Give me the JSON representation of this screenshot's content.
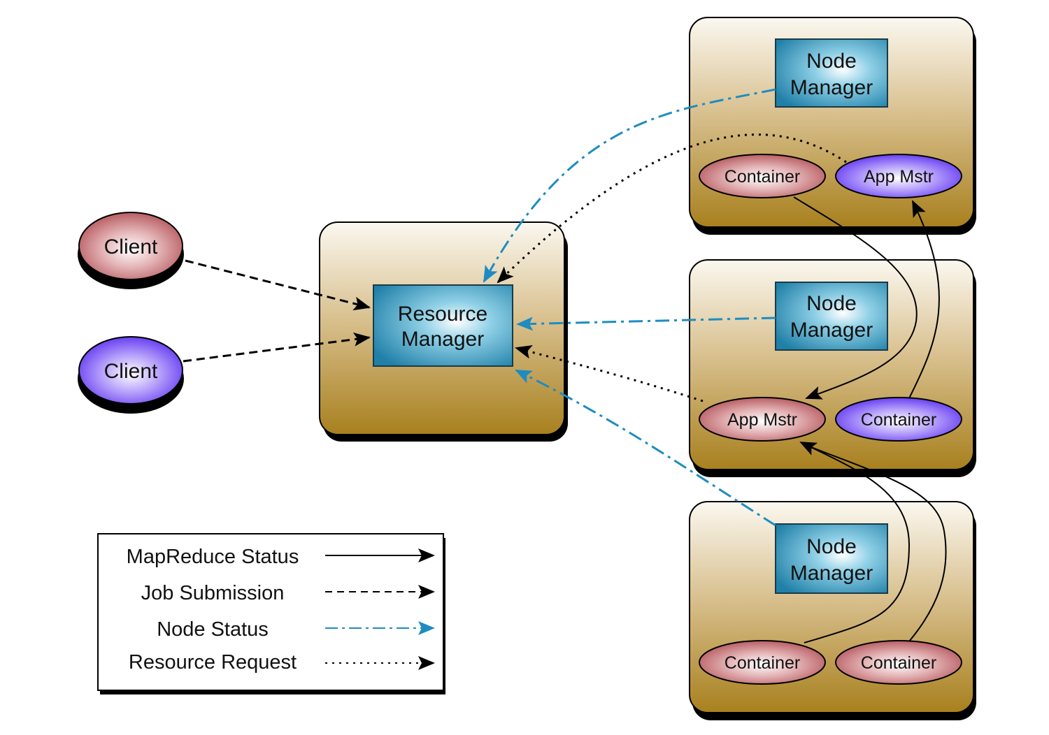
{
  "colors": {
    "node_bg_top": "#f8f4ea",
    "node_bg_bottom": "#a8801e",
    "manager_blue": "#2a8fb6",
    "red_ellipse": "#b85a5e",
    "purple_ellipse": "#6a3cf0",
    "node_status_blue": "#1e8cc0"
  },
  "clients": [
    {
      "label": "Client"
    },
    {
      "label": "Client"
    }
  ],
  "resource_manager": {
    "line1": "Resource",
    "line2": "Manager"
  },
  "nodes": [
    {
      "manager_line1": "Node",
      "manager_line2": "Manager",
      "left": "Container",
      "right": "App Mstr"
    },
    {
      "manager_line1": "Node",
      "manager_line2": "Manager",
      "left": "App Mstr",
      "right": "Container"
    },
    {
      "manager_line1": "Node",
      "manager_line2": "Manager",
      "left": "Container",
      "right": "Container"
    }
  ],
  "legend": {
    "items": [
      {
        "label": "MapReduce Status",
        "style": "solid"
      },
      {
        "label": "Job Submission",
        "style": "dashed"
      },
      {
        "label": "Node Status",
        "style": "dash-dot"
      },
      {
        "label": "Resource Request",
        "style": "dotted"
      }
    ]
  }
}
